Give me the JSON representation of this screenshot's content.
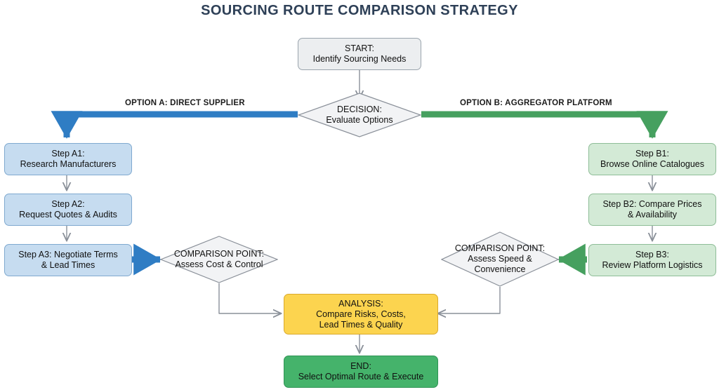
{
  "diagram": {
    "title": "SOURCING ROUTE COMPARISON STRATEGY",
    "branch_labels": {
      "option_a": "OPTION A: DIRECT SUPPLIER",
      "option_b": "OPTION B: AGGREGATOR PLATFORM"
    },
    "colors": {
      "title": "#2e4057",
      "start_fill": "#eceef0",
      "branch_a": "#2f7dc4",
      "branch_b": "#46a05f",
      "step_a_fill": "#c6dcf0",
      "step_b_fill": "#d3ead6",
      "analysis_fill": "#fcd44f",
      "end_fill": "#45b36b",
      "connector": "#8a9099",
      "diamond_fill": "#f2f3f5",
      "diamond_stroke": "#8a9099"
    },
    "nodes": {
      "start": {
        "line1": "START:",
        "line2": "Identify Sourcing Needs",
        "shape": "rounded-rect"
      },
      "decision": {
        "line1": "DECISION:",
        "line2": "Evaluate Options",
        "shape": "diamond"
      },
      "step_a1": {
        "line1": "Step A1:",
        "line2": "Research Manufacturers",
        "shape": "rounded-rect"
      },
      "step_a2": {
        "line1": "Step A2:",
        "line2": "Request Quotes & Audits",
        "shape": "rounded-rect"
      },
      "step_a3": {
        "line1": "Step A3: Negotiate Terms",
        "line2": "& Lead Times",
        "shape": "rounded-rect"
      },
      "step_b1": {
        "line1": "Step B1:",
        "line2": "Browse Online Catalogues",
        "shape": "rounded-rect"
      },
      "step_b2": {
        "line1": "Step B2: Compare Prices",
        "line2": "& Availability",
        "shape": "rounded-rect"
      },
      "step_b3": {
        "line1": "Step B3:",
        "line2": "Review Platform Logistics",
        "shape": "rounded-rect"
      },
      "compare_left": {
        "line1": "COMPARISON POINT:",
        "line2": "Assess Cost & Control",
        "shape": "diamond"
      },
      "compare_right": {
        "line1": "COMPARISON POINT:",
        "line2": "Assess Speed &",
        "line3": "Convenience",
        "shape": "diamond"
      },
      "analysis": {
        "line1": "ANALYSIS:",
        "line2": "Compare Risks, Costs,",
        "line3": "Lead Times & Quality",
        "shape": "rounded-rect"
      },
      "end": {
        "line1": "END:",
        "line2": "Select Optimal Route & Execute",
        "shape": "rounded-rect"
      }
    }
  }
}
